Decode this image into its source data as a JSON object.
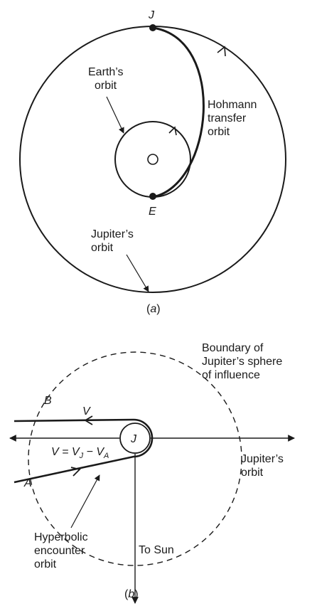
{
  "diagram_a": {
    "labels": {
      "point_j": "J",
      "point_e": "E",
      "earth_line1": "Earth’s",
      "earth_line2": "orbit",
      "hohmann_line1": "Hohmann",
      "hohmann_line2": "transfer",
      "hohmann_line3": "orbit",
      "jupiter_line1": "Jupiter’s",
      "jupiter_line2": "orbit",
      "caption": "(a)"
    }
  },
  "diagram_b": {
    "labels": {
      "boundary_line1": "Boundary of",
      "boundary_line2": "Jupiter’s sphere",
      "boundary_line3": "of influence",
      "point_b": "B",
      "point_a": "A",
      "v_top": "V",
      "equation": "V = V",
      "sub_j": "J",
      "minus_v": " − V",
      "sub_a": "A",
      "planet": "J",
      "jupiter_orbit_line1": "Jupiter’s",
      "jupiter_orbit_line2": "orbit",
      "hyperbolic_line1": "Hyperbolic",
      "hyperbolic_line2": "encounter",
      "hyperbolic_line3": "orbit",
      "to_sun": "To Sun",
      "caption": "(b)"
    }
  },
  "colors": {
    "ink": "#1a1a1a",
    "background": "#ffffff"
  }
}
